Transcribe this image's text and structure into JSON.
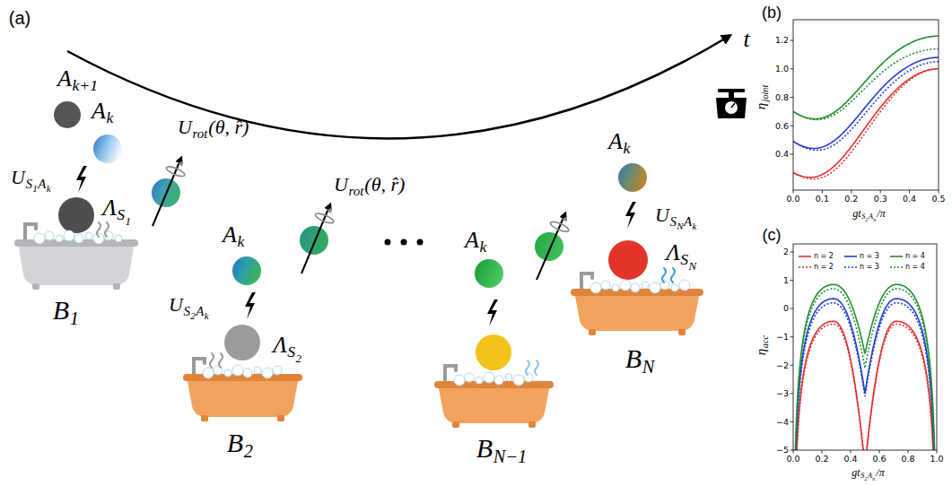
{
  "diagram": {
    "labels": [
      "(a)",
      "t",
      "A",
      "k+1",
      "A",
      "k",
      "U",
      "S",
      "1",
      "A",
      "k",
      "Λ",
      "S",
      "1",
      "B",
      "1",
      "U",
      "rot",
      "(θ, r̂)",
      "A",
      "k",
      "U",
      "S",
      "2",
      "A",
      "k",
      "Λ",
      "S",
      "2",
      "B",
      "2",
      "U",
      "rot",
      "(θ, r̂)",
      "A",
      "k",
      "B",
      "N−1",
      "A",
      "k",
      "U",
      "S",
      "N",
      "A",
      "k",
      "Λ",
      "S",
      "N",
      "B",
      "N",
      "(b)",
      "η",
      "joint",
      "1.2",
      "1.0",
      "0.8",
      "0.6",
      "0.4",
      "0.0",
      "0.1",
      "0.2",
      "0.3",
      "0.4",
      "0.5",
      "gt",
      "S",
      "2",
      "A",
      "n",
      "/π",
      "(c)",
      "η",
      "acc",
      "2",
      "1",
      "0",
      "−1",
      "−2",
      "−3",
      "−4",
      "−5",
      "0.0",
      "0.2",
      "0.4",
      "0.6",
      "0.8",
      "1.0",
      "gt",
      "S",
      "2",
      "A",
      "n",
      "/π"
    ],
    "legend": [
      {
        "text": "n = 2"
      },
      {
        "text": "n = 3"
      },
      {
        "text": "n = 4"
      },
      {
        "text": "n = 2"
      },
      {
        "text": "n = 3"
      },
      {
        "text": "n = 4"
      }
    ]
  }
}
